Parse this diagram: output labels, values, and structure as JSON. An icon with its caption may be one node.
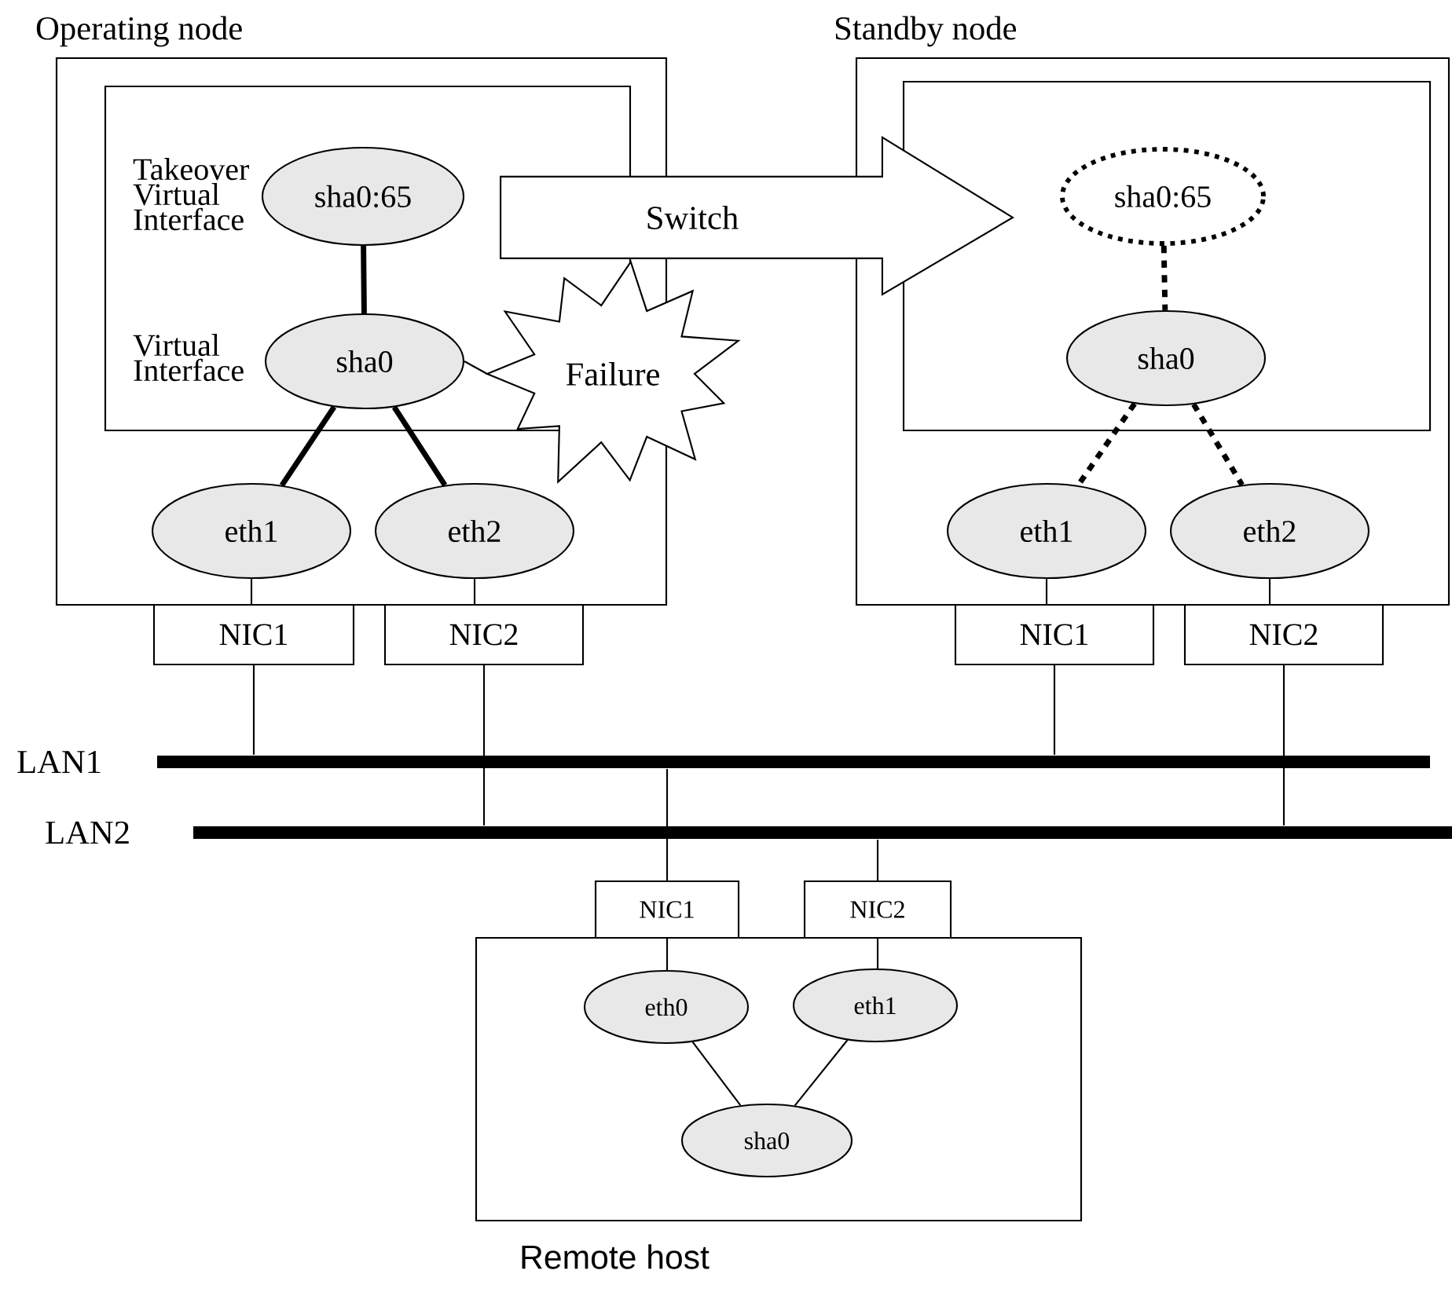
{
  "diagram": {
    "nodes": [
      {
        "text": [
          "Operating node"
        ]
      },
      {
        "text": [],
        "shape": "box",
        "in": 0
      },
      {
        "text": [
          "sha0:65"
        ],
        "in": 1
      },
      {
        "text": [
          "sha0"
        ],
        "in": 1
      },
      {
        "text": [
          "eth1"
        ],
        "in": 0
      },
      {
        "text": [
          "eth2"
        ],
        "in": 0
      },
      {
        "text": [
          "NIC1"
        ]
      },
      {
        "text": [
          "NIC2"
        ]
      },
      {
        "text": [
          "Standby node"
        ]
      },
      {
        "text": [],
        "shape": "box",
        "in": 8
      },
      {
        "text": [
          "sha0:65"
        ],
        "in": 9
      },
      {
        "text": [
          "sha0"
        ],
        "in": 9
      },
      {
        "text": [
          "eth1"
        ],
        "in": 8
      },
      {
        "text": [
          "eth2"
        ],
        "in": 8
      },
      {
        "text": [
          "NIC1"
        ]
      },
      {
        "text": [
          "NIC2"
        ]
      },
      {
        "text": [
          "LAN1"
        ]
      },
      {
        "text": [
          "LAN2"
        ]
      },
      {
        "text": [
          "Remote host"
        ]
      },
      {
        "text": [
          "NIC1"
        ]
      },
      {
        "text": [
          "NIC2"
        ]
      },
      {
        "text": [
          "eth0"
        ],
        "in": 18
      },
      {
        "text": [
          "eth1"
        ],
        "in": 18
      },
      {
        "text": [
          "sha0"
        ],
        "in": 18
      },
      {
        "text": [
          "Failure"
        ]
      }
    ],
    "edges": [
      {
        "from": 2,
        "to": 3,
        "arrow": "none",
        "style": "thick"
      },
      {
        "from": 3,
        "to": 4,
        "arrow": "none",
        "style": "thick"
      },
      {
        "from": 3,
        "to": 5,
        "arrow": "none",
        "style": "thick"
      },
      {
        "from": 3,
        "to": 24,
        "arrow": "none"
      },
      {
        "from": 0,
        "to": 8,
        "arrow": "to",
        "label": "Switch"
      },
      {
        "from": 4,
        "to": 6,
        "arrow": "none"
      },
      {
        "from": 5,
        "to": 7,
        "arrow": "none"
      },
      {
        "from": 10,
        "to": 11,
        "arrow": "none",
        "style": "dashed"
      },
      {
        "from": 11,
        "to": 12,
        "arrow": "none",
        "style": "dashed"
      },
      {
        "from": 11,
        "to": 13,
        "arrow": "none",
        "style": "dashed"
      },
      {
        "from": 12,
        "to": 14,
        "arrow": "none"
      },
      {
        "from": 13,
        "to": 15,
        "arrow": "none"
      },
      {
        "from": 6,
        "to": 16,
        "arrow": "none"
      },
      {
        "from": 7,
        "to": 17,
        "arrow": "none"
      },
      {
        "from": 14,
        "to": 16,
        "arrow": "none"
      },
      {
        "from": 15,
        "to": 17,
        "arrow": "none"
      },
      {
        "from": 19,
        "to": 16,
        "arrow": "none"
      },
      {
        "from": 20,
        "to": 17,
        "arrow": "none"
      },
      {
        "from": 19,
        "to": 21,
        "arrow": "none"
      },
      {
        "from": 20,
        "to": 22,
        "arrow": "none"
      },
      {
        "from": 21,
        "to": 23,
        "arrow": "none"
      },
      {
        "from": 22,
        "to": 23,
        "arrow": "none"
      }
    ],
    "labels": [
      "Takeover Virtual Interface",
      "Virtual Interface"
    ]
  }
}
